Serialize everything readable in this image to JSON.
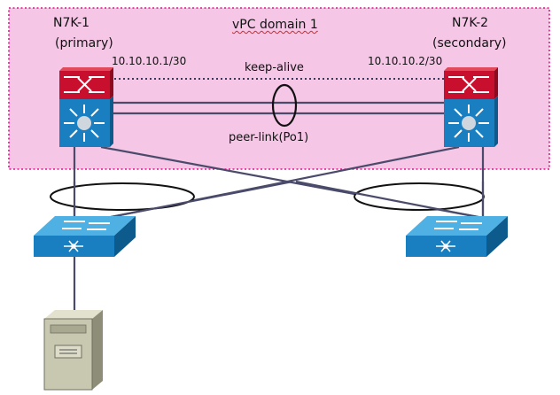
{
  "vpc_domain": {
    "label": "vPC domain 1",
    "border_color": "#e0148c",
    "fill_color": "#f5c6e6"
  },
  "switches": [
    {
      "name": "N7K-1",
      "role": "(primary)",
      "ip": "10.10.10.1/30"
    },
    {
      "name": "N7K-2",
      "role": "(secondary)",
      "ip": "10.10.10.2/30"
    }
  ],
  "links": {
    "keepalive_label": "keep-alive",
    "peerlink_label": "peer-link(Po1)"
  },
  "icons": {
    "core_switch": "nexus-7000-switch-icon",
    "access_switch": "workgroup-switch-icon",
    "server": "server-tower-icon"
  },
  "colors": {
    "red_module": "#c8102e",
    "blue_module": "#1a7fc1",
    "link_line": "#4a4a6a"
  }
}
